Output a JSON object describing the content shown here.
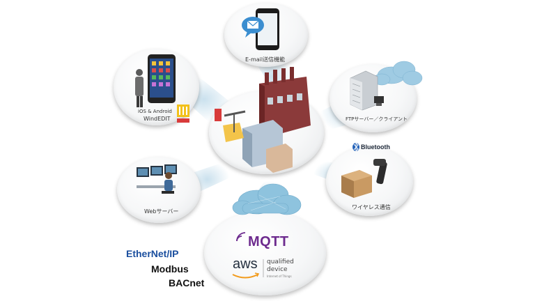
{
  "nodes": {
    "email": "E-mail送信機能",
    "app": {
      "line1": "iOS & Android",
      "line2": "WindEDIT"
    },
    "ftp": "FTPサーバー／クライアント",
    "web": "Webサーバー",
    "wireless": "ワイヤレス通信",
    "bluetooth": "Bluetooth"
  },
  "protocols": {
    "ethernet_ip": "EtherNet/IP",
    "modbus": "Modbus",
    "bacnet": "BACnet"
  },
  "cloud_services": {
    "mqtt": "MQTT",
    "aws": "aws",
    "aws_qualified_1": "qualified",
    "aws_qualified_2": "device",
    "aws_small": "Internet of Things"
  },
  "colors": {
    "mqtt": "#6d2b8e",
    "cloud": "#5a9fc4",
    "bluetooth": "#1f5fb7",
    "aws_smile": "#f29b1c",
    "ethernet_accent": "#1a4e9e"
  }
}
